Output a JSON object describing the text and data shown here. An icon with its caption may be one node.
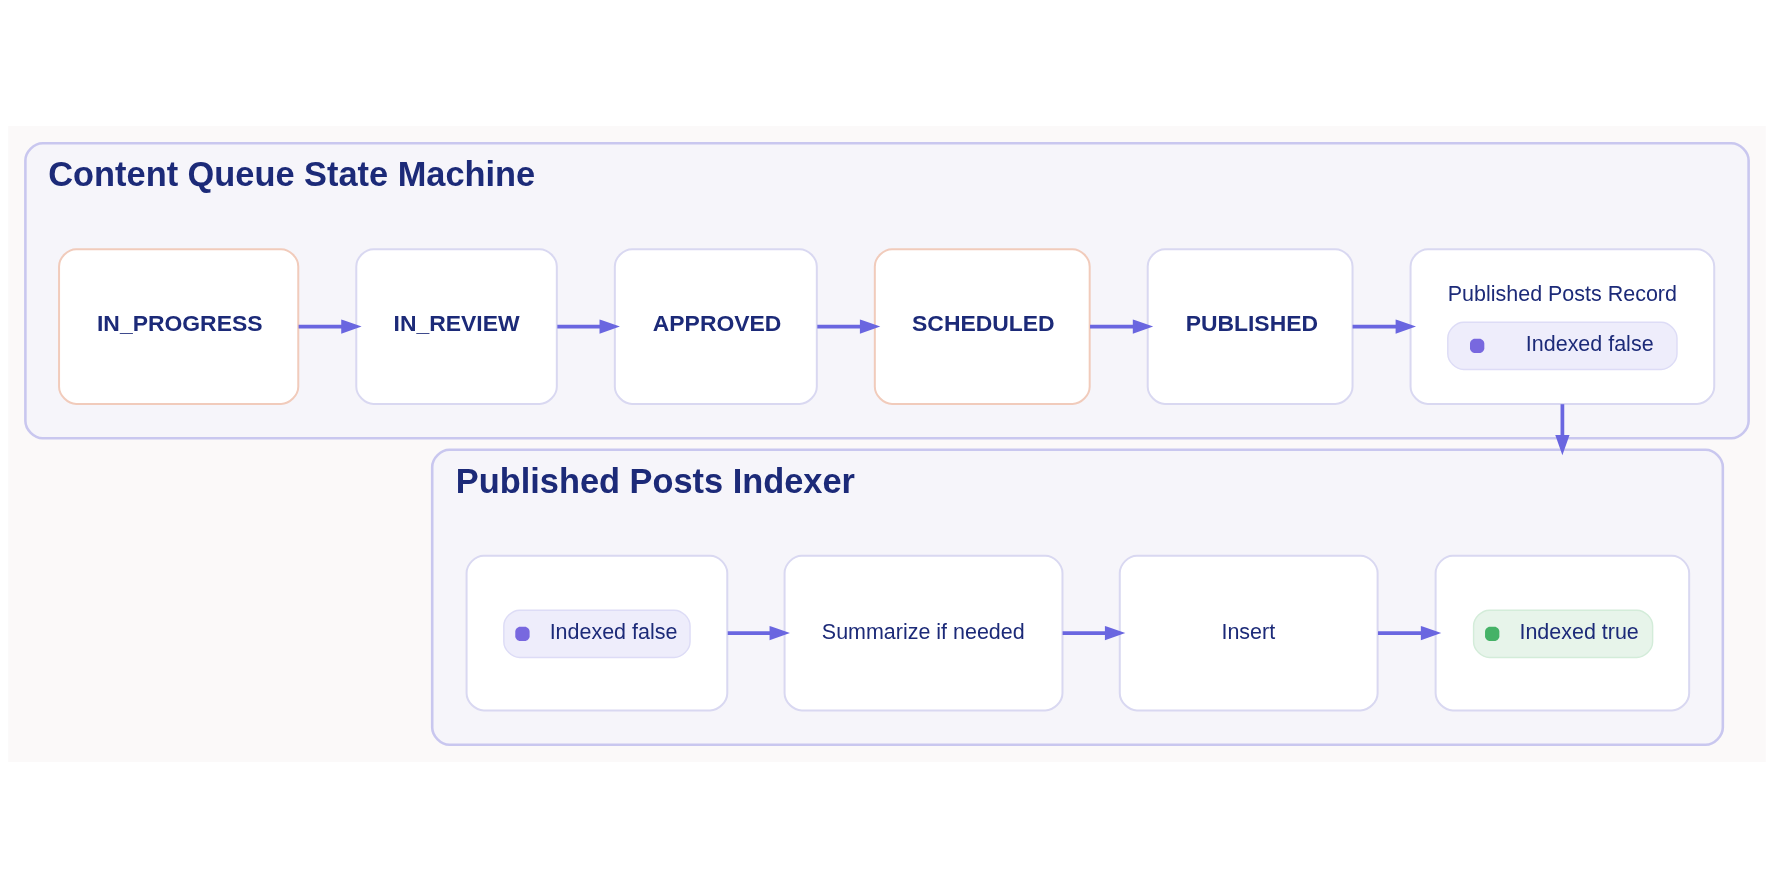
{
  "diagram": {
    "nodes": [
      {
        "text": [
          "Content Queue State Machine"
        ]
      },
      {
        "text": [
          "IN_PROGRESS"
        ],
        "in": 0
      },
      {
        "text": [
          "IN_REVIEW"
        ],
        "in": 0
      },
      {
        "text": [
          "APPROVED"
        ],
        "in": 0
      },
      {
        "text": [
          "SCHEDULED"
        ],
        "in": 0
      },
      {
        "text": [
          "PUBLISHED"
        ],
        "in": 0
      },
      {
        "text": [
          "Published Posts Record",
          "Indexed false"
        ],
        "in": 0
      },
      {
        "text": [
          "Published Posts Indexer"
        ]
      },
      {
        "text": [
          "Indexed false"
        ],
        "in": 7
      },
      {
        "text": [
          "Summarize if needed"
        ],
        "in": 7
      },
      {
        "text": [
          "Insert"
        ],
        "in": 7
      },
      {
        "text": [
          "Indexed true"
        ],
        "in": 7
      }
    ],
    "edges": [
      {
        "from": 1,
        "to": 2,
        "arrow": "to"
      },
      {
        "from": 2,
        "to": 3,
        "arrow": "to"
      },
      {
        "from": 3,
        "to": 4,
        "arrow": "to"
      },
      {
        "from": 4,
        "to": 5,
        "arrow": "to"
      },
      {
        "from": 5,
        "to": 6,
        "arrow": "to"
      },
      {
        "from": 6,
        "to": 7,
        "arrow": "to"
      },
      {
        "from": 8,
        "to": 9,
        "arrow": "to"
      },
      {
        "from": 9,
        "to": 10,
        "arrow": "to"
      },
      {
        "from": 10,
        "to": 11,
        "arrow": "to"
      }
    ]
  }
}
